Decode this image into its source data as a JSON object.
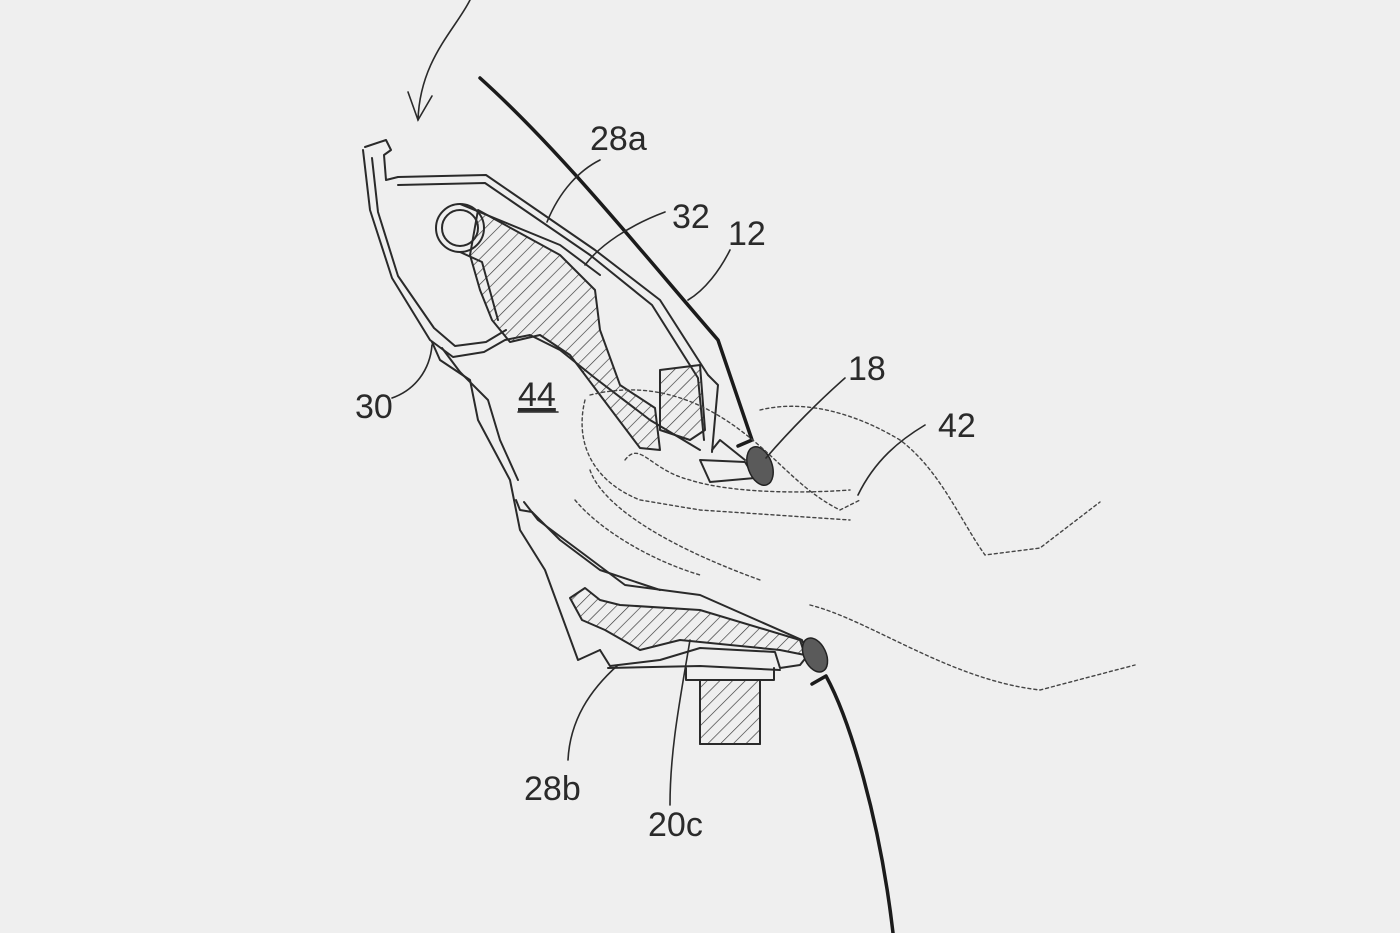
{
  "labels": {
    "ref_28a": "28a",
    "ref_32": "32",
    "ref_12": "12",
    "ref_18": "18",
    "ref_42": "42",
    "ref_30": "30",
    "ref_44": "44",
    "ref_28b": "28b",
    "ref_20c": "20c"
  }
}
